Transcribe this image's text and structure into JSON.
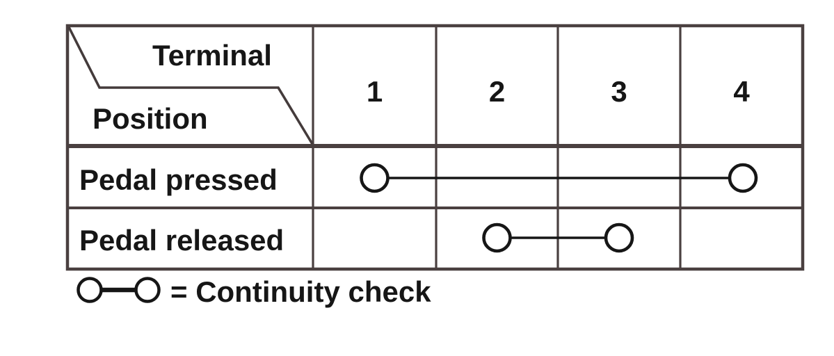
{
  "figure": {
    "type": "continuity-check-table"
  },
  "table": {
    "corner": {
      "top_label": "Terminal",
      "bottom_label": "Position"
    },
    "terminals": [
      "1",
      "2",
      "3",
      "4"
    ],
    "rows": [
      {
        "label": "Pedal pressed",
        "connections": [
          [
            1,
            4
          ]
        ]
      },
      {
        "label": "Pedal released",
        "connections": [
          [
            2,
            3
          ]
        ]
      }
    ]
  },
  "legend": {
    "symbol": "circle-line-circle",
    "text": "= Continuity check"
  },
  "colors": {
    "table_border": "#4a4040",
    "ink": "#161616",
    "background": "#ffffff"
  }
}
